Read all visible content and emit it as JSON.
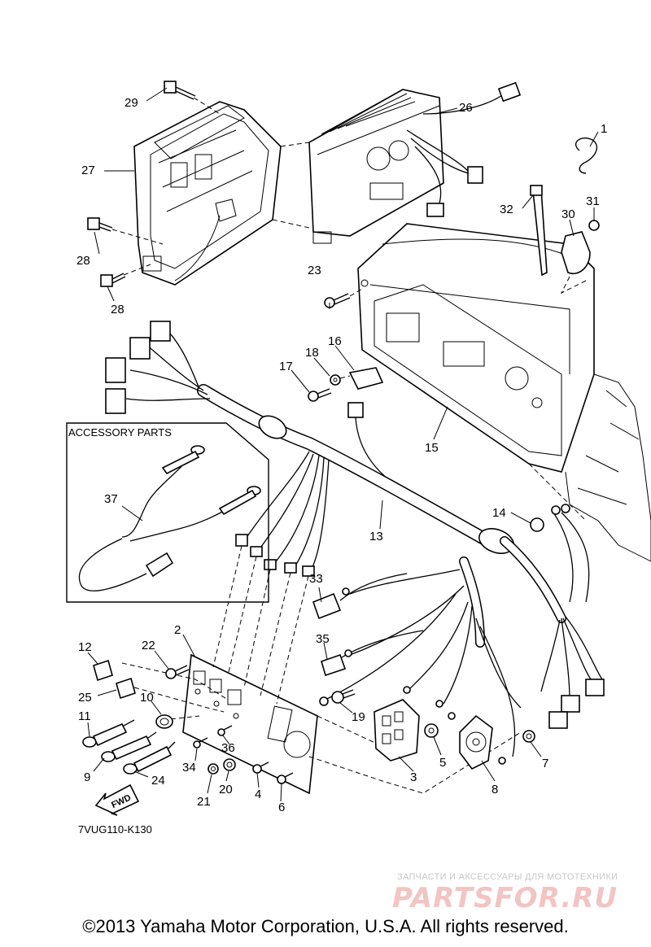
{
  "diagram": {
    "code": "7VUG110-K130",
    "accessory_box_label": "ACCESSORY PARTS",
    "fwd_label": "FWD",
    "callouts": [
      "1",
      "2",
      "3",
      "4",
      "5",
      "6",
      "7",
      "8",
      "9",
      "10",
      "11",
      "12",
      "13",
      "14",
      "15",
      "16",
      "17",
      "18",
      "19",
      "20",
      "21",
      "22",
      "23",
      "24",
      "25",
      "26",
      "27",
      "28",
      "28",
      "29",
      "30",
      "31",
      "32",
      "33",
      "34",
      "35",
      "36",
      "37"
    ]
  },
  "watermark": {
    "tagline": "ЗАПЧАСТИ И АКСЕССУАРЫ ДЛЯ МОТОТЕХНИКИ",
    "logo": "PARTSFOR.RU"
  },
  "footer": {
    "copyright": "©2013 Yamaha Motor Corporation, U.S.A. All rights reserved."
  }
}
